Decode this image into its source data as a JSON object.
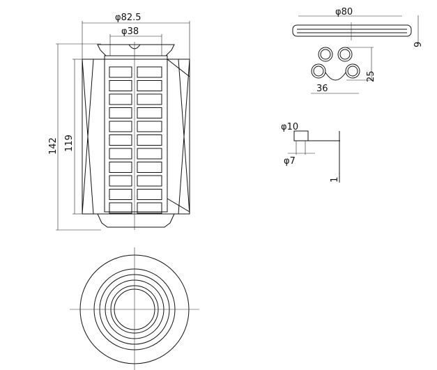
{
  "drawing": {
    "front_view": {
      "outer_diameter": "φ82.5",
      "inner_diameter": "φ38",
      "total_height": "142",
      "element_height": "119"
    },
    "seal_ring": {
      "diameter": "φ80",
      "thickness": "9"
    },
    "seal_section": {
      "height": "25",
      "width": "36"
    },
    "detail": {
      "outer_diameter": "φ10",
      "inner_diameter": "φ7",
      "depth": "1"
    }
  }
}
